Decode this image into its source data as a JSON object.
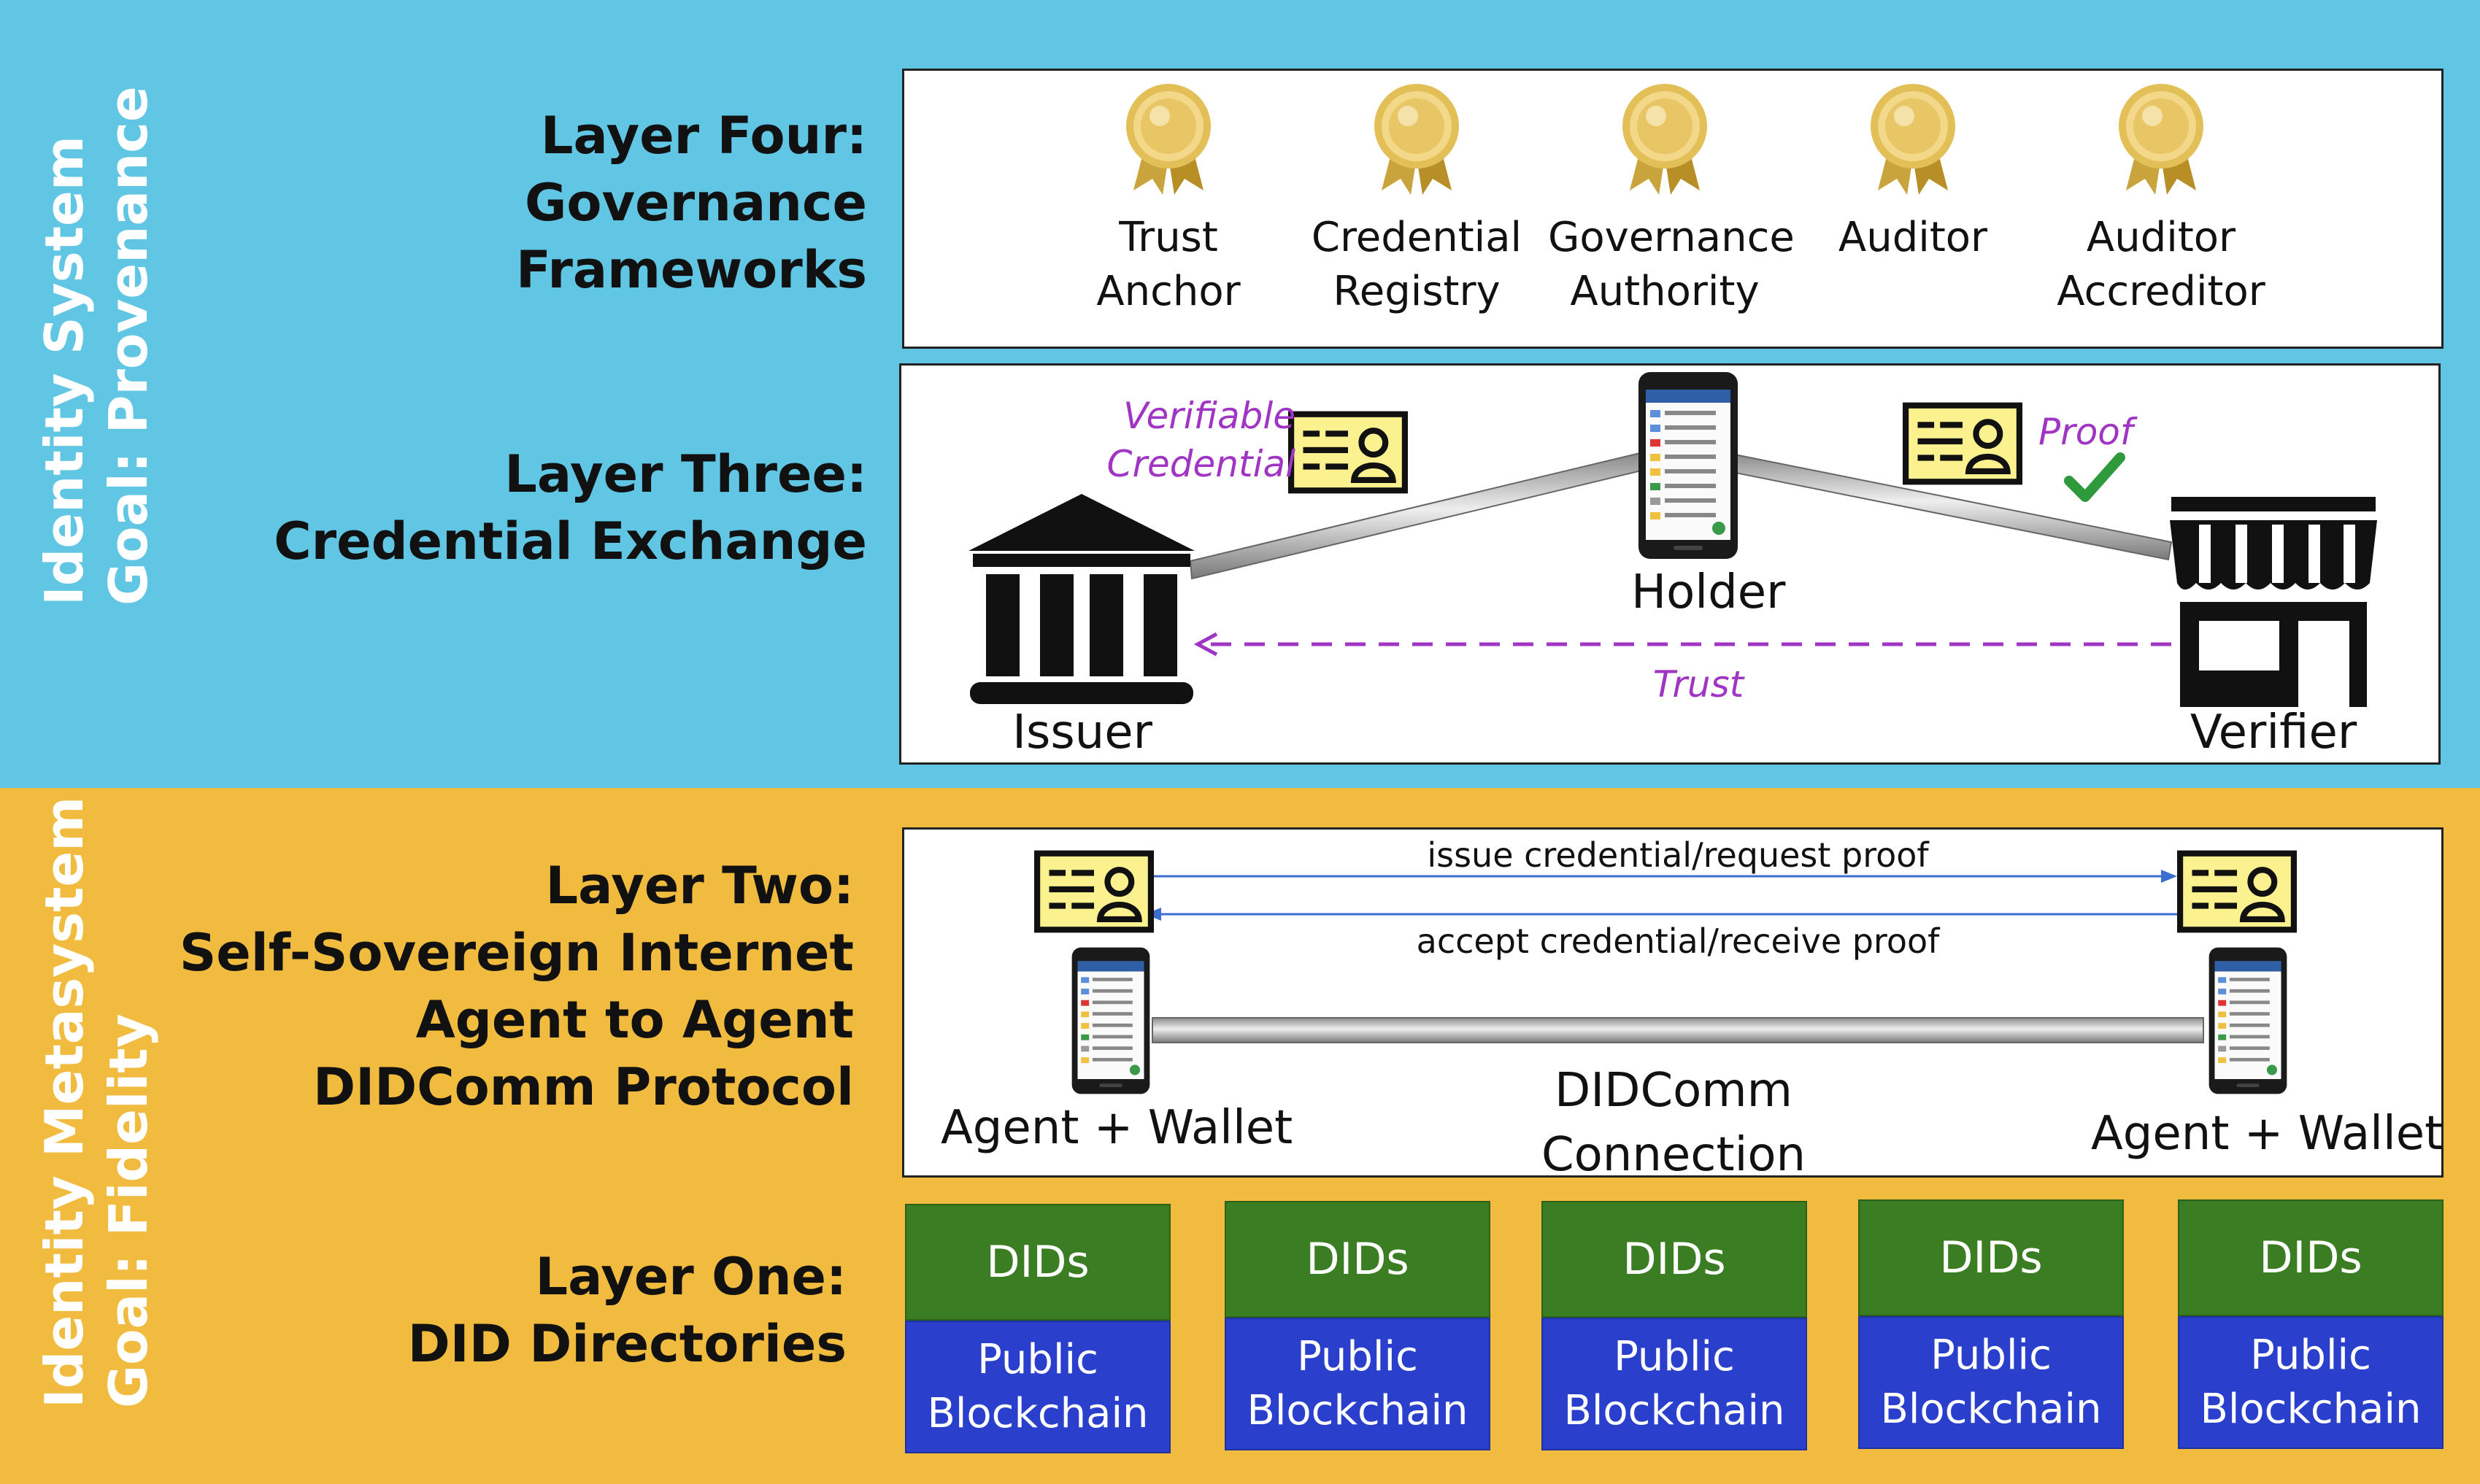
{
  "sides": {
    "top": {
      "line1": "Identity System",
      "line2": "Goal: Provenance"
    },
    "bottom": {
      "line1": "Identity Metasystem",
      "line2": "Goal: Fidelity"
    }
  },
  "layer4": {
    "title": [
      "Layer Four:",
      "Governance",
      "Frameworks"
    ],
    "roles": [
      {
        "l1": "Trust",
        "l2": "Anchor"
      },
      {
        "l1": "Credential",
        "l2": "Registry"
      },
      {
        "l1": "Governance",
        "l2": "Authority"
      },
      {
        "l1": "Auditor",
        "l2": ""
      },
      {
        "l1": "Auditor",
        "l2": "Accreditor"
      }
    ]
  },
  "layer3": {
    "title": [
      "Layer Three:",
      "Credential Exchange"
    ],
    "issuer": "Issuer",
    "holder": "Holder",
    "verifier": "Verifier",
    "vc": [
      "Verifiable",
      "Credential"
    ],
    "proof": "Proof",
    "trust": "Trust"
  },
  "layer2": {
    "title": [
      "Layer Two:",
      "Self-Sovereign Internet",
      "Agent to Agent",
      "DIDComm Protocol"
    ],
    "msg_top": "issue credential/request proof",
    "msg_bottom": "accept credential/receive proof",
    "agent_left": "Agent + Wallet",
    "agent_right": "Agent + Wallet",
    "connection": [
      "DIDComm",
      "Connection"
    ]
  },
  "layer1": {
    "title": [
      "Layer One:",
      "DID Directories"
    ],
    "stacks": [
      {
        "did": "DIDs",
        "chain1": "Public",
        "chain2": "Blockchain"
      },
      {
        "did": "DIDs",
        "chain1": "Public",
        "chain2": "Blockchain"
      },
      {
        "did": "DIDs",
        "chain1": "Public",
        "chain2": "Blockchain"
      },
      {
        "did": "DIDs",
        "chain1": "Public",
        "chain2": "Blockchain"
      },
      {
        "did": "DIDs",
        "chain1": "Public",
        "chain2": "Blockchain"
      }
    ]
  },
  "colors": {
    "top_band": "#61c6e4",
    "bottom_band": "#f0bb3e",
    "did_green": "#3b7d22",
    "chain_blue": "#2a40cc",
    "accent_purple": "#a035c4",
    "check_green": "#2e9a3c",
    "card_yellow": "#fbf28f"
  },
  "icons": [
    "medal-icon",
    "bank-icon",
    "storefront-icon",
    "credential-card-icon",
    "smartphone-icon",
    "checkmark-icon"
  ]
}
